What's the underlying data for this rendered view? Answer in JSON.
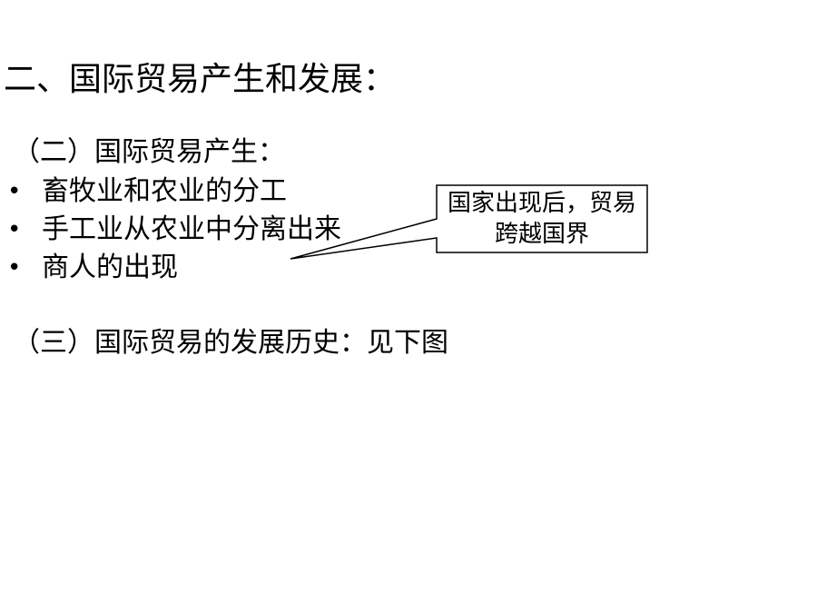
{
  "slide": {
    "heading": "二、国际贸易产生和发展：",
    "section_origin": {
      "title": "（二）国际贸易产生：",
      "bullets": [
        "畜牧业和农业的分工",
        "手工业从农业中分离出来",
        "商人的出现"
      ]
    },
    "section_history": {
      "title": "（三）国际贸易的发展历史：见下图"
    },
    "callout": {
      "text": "国家出现后，贸易跨越国界"
    },
    "bullet_symbol": "•"
  }
}
